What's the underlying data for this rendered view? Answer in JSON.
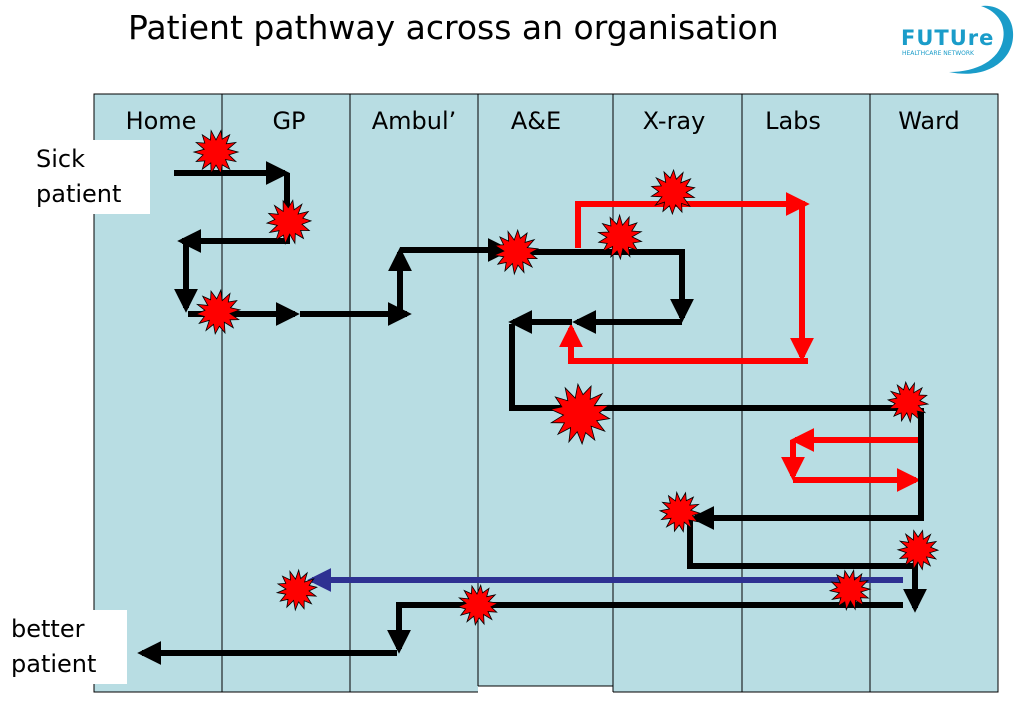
{
  "title": "Patient pathway across an organisation",
  "logo": {
    "wordmark": "FUTUre",
    "tagline": "HEALTHCARE NETWORK",
    "color": "#1a9cc9"
  },
  "columns": [
    "Home",
    "GP",
    "Ambul’",
    "A&E",
    "X-ray",
    "Labs",
    "Ward"
  ],
  "labels": {
    "start": [
      "Sick",
      "patient"
    ],
    "end": [
      "better",
      "patient"
    ]
  },
  "colors": {
    "lane_fill": "#b8dde3",
    "main_path": "#000000",
    "test_path": "#ff0000",
    "info_path": "#2e3192",
    "burst_fill": "#ff0000"
  }
}
